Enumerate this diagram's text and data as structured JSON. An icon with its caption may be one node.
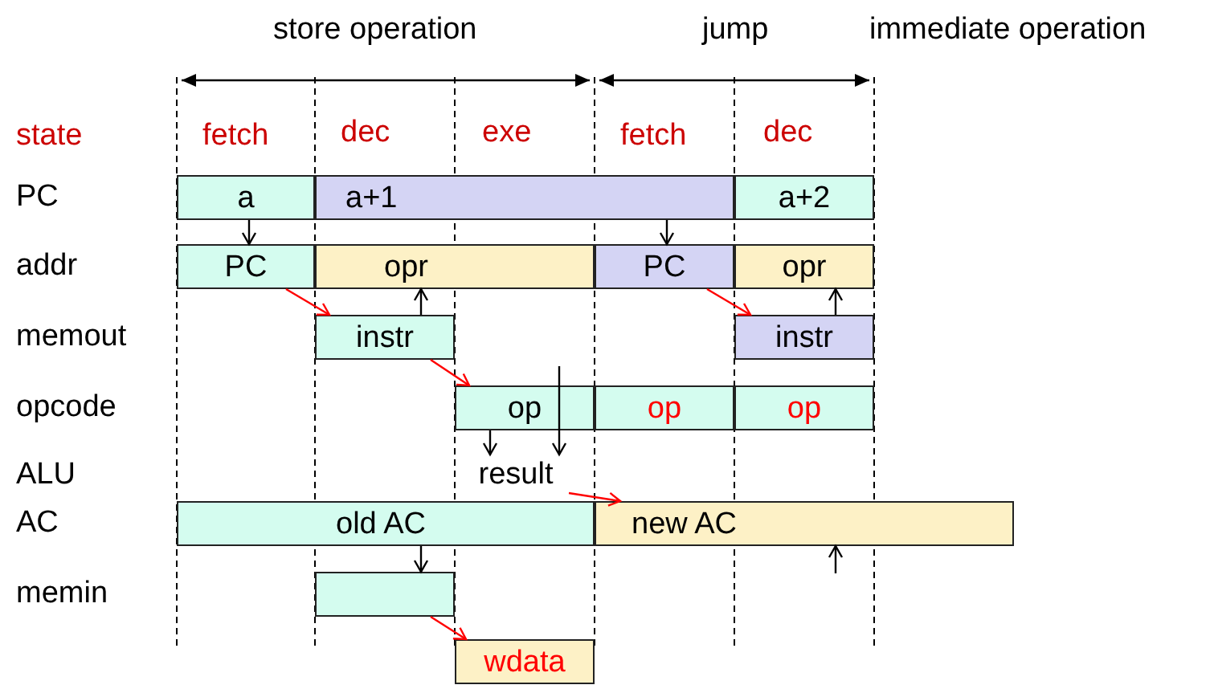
{
  "diagram": {
    "nodes": [
      {
        "text": [
          "a"
        ]
      },
      {
        "text": [
          "a+1"
        ]
      },
      {
        "text": [
          "a+2"
        ]
      },
      {
        "text": [
          "PC"
        ]
      },
      {
        "text": [
          "opr"
        ]
      },
      {
        "text": [
          "PC"
        ]
      },
      {
        "text": [
          "opr"
        ]
      },
      {
        "text": [
          "instr"
        ]
      },
      {
        "text": [
          "instr"
        ]
      },
      {
        "text": [
          "op"
        ]
      },
      {
        "text": [
          "op"
        ]
      },
      {
        "text": [
          "op"
        ]
      },
      {
        "text": [
          "result"
        ]
      },
      {
        "text": [
          "old AC"
        ]
      },
      {
        "text": [
          "new AC"
        ]
      },
      {
        "text": [],
        "shape": "box"
      },
      {
        "text": [
          "wdata"
        ]
      }
    ],
    "edges": [
      {
        "from": 0,
        "to": 3,
        "arrow": "to"
      },
      {
        "from": 1,
        "to": 5,
        "arrow": "to"
      },
      {
        "from": 3,
        "to": 7,
        "arrow": "to",
        "color": "#ff0000"
      },
      {
        "from": 7,
        "to": 4,
        "arrow": "to"
      },
      {
        "from": 5,
        "to": 8,
        "arrow": "to",
        "color": "#ff0000"
      },
      {
        "from": 8,
        "to": 6,
        "arrow": "to"
      },
      {
        "from": 7,
        "to": 9,
        "arrow": "to",
        "color": "#ff0000"
      },
      {
        "from": 9,
        "to": 12,
        "arrow": "to"
      },
      {
        "from": 9,
        "to": 12,
        "arrow": "to"
      },
      {
        "from": 12,
        "to": 14,
        "arrow": "to",
        "color": "#ff0000"
      },
      {
        "from": 13,
        "to": 15,
        "arrow": "to"
      },
      {
        "from": 15,
        "to": 16,
        "arrow": "to",
        "color": "#ff0000"
      },
      {
        "from": null,
        "to": 14,
        "arrow": "to"
      }
    ],
    "labels": [
      "store operation",
      "jump",
      "immediate operation",
      "state",
      "fetch",
      "dec",
      "exe",
      "fetch",
      "dec",
      "PC",
      "addr",
      "memout",
      "opcode",
      "ALU",
      "AC",
      "memin"
    ]
  }
}
